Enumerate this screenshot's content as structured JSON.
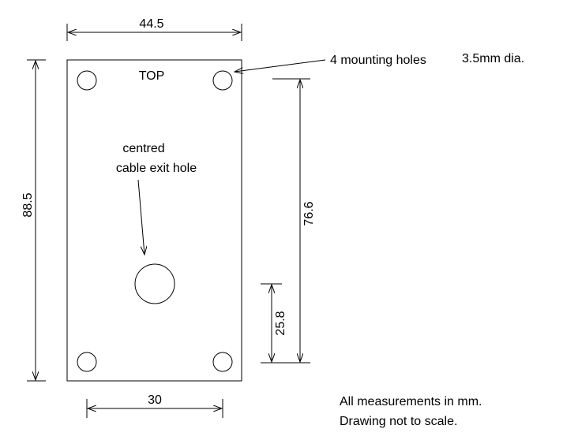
{
  "labels": {
    "top": "TOP",
    "width_dim": "44.5",
    "height_dim": "88.5",
    "hole_vertical_spacing": "76.6",
    "cable_hole_offset": "25.8",
    "hole_horizontal_spacing": "30",
    "cable_hole_line1": "centred",
    "cable_hole_line2": "cable exit hole",
    "mounting_holes_count": "4 mounting holes",
    "mounting_holes_size": "3.5mm dia.",
    "note_units": "All measurements in mm.",
    "note_scale": "Drawing not to scale."
  },
  "colors": {
    "line": "#000000",
    "background": "#ffffff"
  }
}
